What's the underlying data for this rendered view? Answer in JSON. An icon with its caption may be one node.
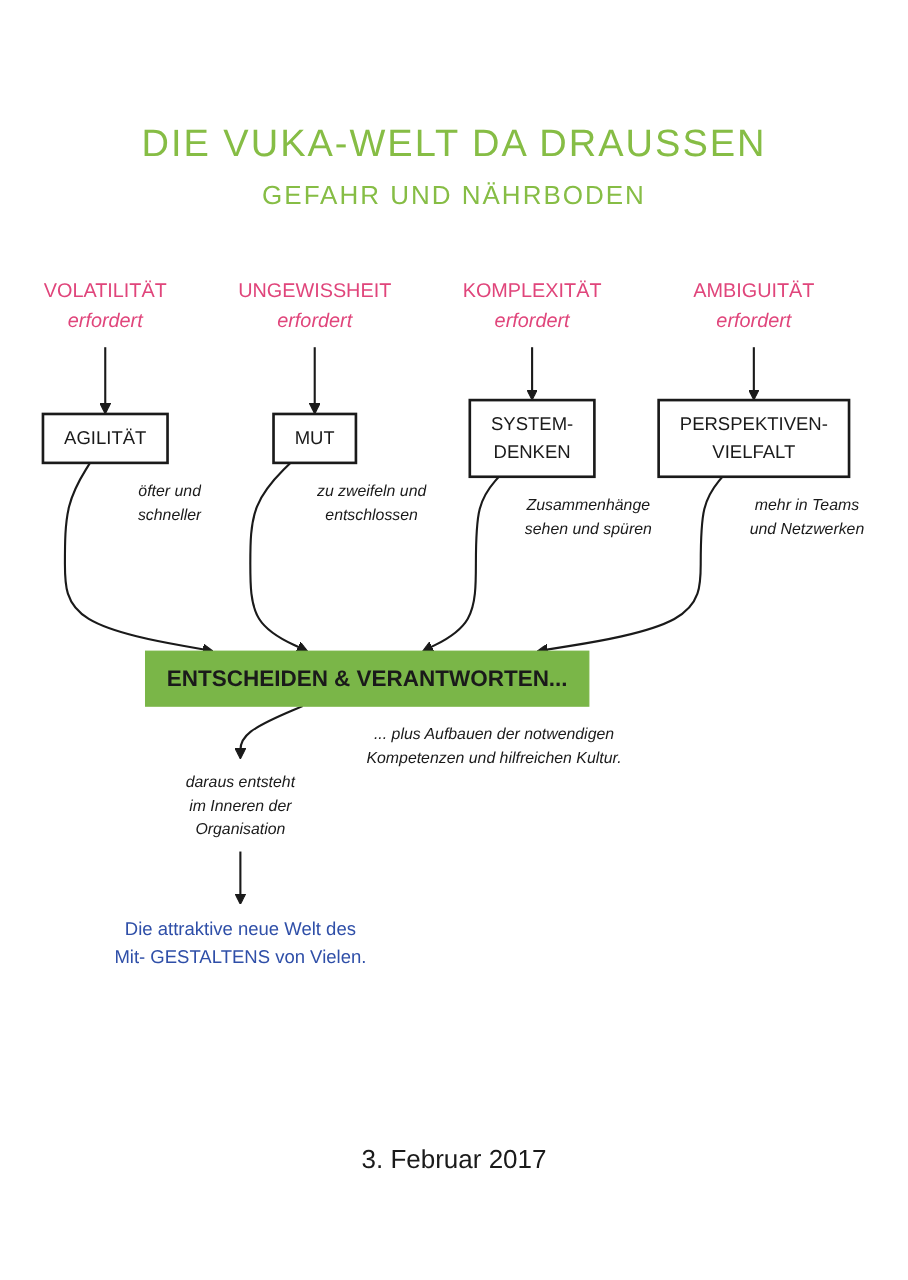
{
  "diagram": {
    "title": "DIE VUKA-WELT DA DRAUSSEN",
    "nodes": [
      {
        "text": [
          "VOLATILITÄT",
          "erfordert"
        ]
      },
      {
        "text": [
          "UNGEWISSHEIT",
          "erfordert"
        ]
      },
      {
        "text": [
          "KOMPLEXITÄT",
          "erfordert"
        ]
      },
      {
        "text": [
          "AMBIGUITÄT",
          "erfordert"
        ]
      },
      {
        "text": [
          "AGILITÄT"
        ],
        "beside": [
          "öfter und schneller"
        ]
      },
      {
        "text": [
          "MUT"
        ],
        "beside": [
          "zu zweifeln und entschlossen"
        ]
      },
      {
        "text": [
          "SYSTEM- DENKEN"
        ],
        "beside": [
          "Zusammenhänge sehen und spüren"
        ]
      },
      {
        "text": [
          "PERSPEKTIVEN- VIELFALT"
        ],
        "beside": [
          "mehr in Teams und Netzwerken"
        ]
      },
      {
        "text": [
          "ENTSCHEIDEN & VERANTWORTEN..."
        ],
        "beside": [
          "... plus Aufbauen der notwendigen Kompetenzen und hilfreichen Kultur."
        ]
      },
      {
        "text": [
          "daraus entsteht im Inneren der Organisation"
        ]
      },
      {
        "text": [
          "Die attraktive neue Welt des Mit- GESTALTENS von Vielen."
        ]
      }
    ],
    "edges": [
      {
        "from": 0,
        "to": 4,
        "arrow": "to"
      },
      {
        "from": 1,
        "to": 5,
        "arrow": "to"
      },
      {
        "from": 2,
        "to": 6,
        "arrow": "to"
      },
      {
        "from": 3,
        "to": 7,
        "arrow": "to"
      },
      {
        "from": 4,
        "to": 8,
        "arrow": "to"
      },
      {
        "from": 5,
        "to": 8,
        "arrow": "to"
      },
      {
        "from": 6,
        "to": 8,
        "arrow": "to"
      },
      {
        "from": 7,
        "to": 8,
        "arrow": "to"
      },
      {
        "from": 8,
        "to": 9,
        "arrow": "to"
      },
      {
        "from": 9,
        "to": 10,
        "arrow": "to"
      }
    ],
    "labels": [
      "GEFAHR UND NÄHRBODEN",
      "3. Februar 2017"
    ]
  }
}
